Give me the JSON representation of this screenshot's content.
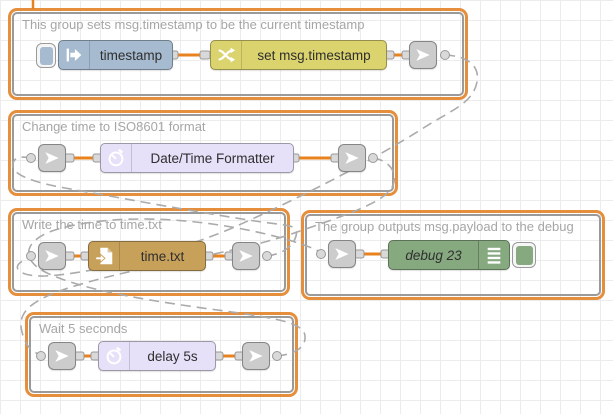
{
  "app": "node-red-flow-editor",
  "groups": [
    {
      "label": "This group sets msg.timestamp to be the current timestamp"
    },
    {
      "label": "Change time to ISO8601 format"
    },
    {
      "label": "Write the time to time.txt"
    },
    {
      "label": "The group outputs msg.payload to the debug"
    },
    {
      "label": "Wait 5 seconds"
    }
  ],
  "nodes": {
    "inject": {
      "label": "timestamp",
      "type": "inject",
      "color": "#A6BBCF",
      "icon": "inject-arrow-icon"
    },
    "change": {
      "label": "set msg.timestamp",
      "type": "change",
      "color": "#DBD36D",
      "icon": "shuffle-icon"
    },
    "formatter": {
      "label": "Date/Time Formatter",
      "type": "moment",
      "color": "#E6E0F8",
      "icon": "timer-icon"
    },
    "file": {
      "label": "time.txt",
      "type": "file",
      "color": "#C7A05A",
      "icon": "file-out-icon"
    },
    "debug": {
      "label": "debug 23",
      "type": "debug",
      "color": "#87A980",
      "icon": "console-lines-icon"
    },
    "delay": {
      "label": "delay 5s",
      "type": "delay",
      "color": "#E6E0F8",
      "icon": "timer-icon"
    }
  },
  "link_nodes": {
    "count": 8,
    "icon": "link-arrow-icon"
  },
  "colors": {
    "group_border": "#E58E3C",
    "group_inner_border": "#9a9a9a",
    "wire": "#E8821E",
    "link_wire": "#ababab",
    "port_fill": "#d9d9d9",
    "port_border": "#999999",
    "grid": "#ececec"
  }
}
